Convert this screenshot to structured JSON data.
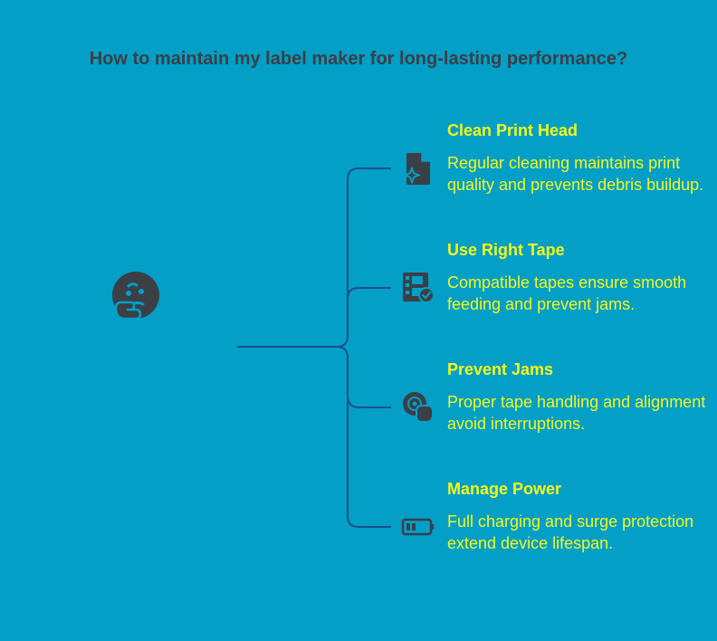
{
  "title": "How to maintain my label maker for long-lasting performance?",
  "center": {
    "icon": "thinking-face-icon"
  },
  "items": [
    {
      "title": "Clean Print Head",
      "description": "Regular cleaning maintains print quality and prevents debris buildup.",
      "icon": "sparkle-document-icon"
    },
    {
      "title": "Use Right Tape",
      "description": "Compatible tapes ensure smooth feeding and prevent jams.",
      "icon": "film-check-icon"
    },
    {
      "title": "Prevent Jams",
      "description": "Proper tape handling and alignment avoid interruptions.",
      "icon": "hand-stop-icon"
    },
    {
      "title": "Manage Power",
      "description": "Full charging and surge protection extend device lifespan.",
      "icon": "battery-low-icon"
    }
  ],
  "colors": {
    "background": "#039fc7",
    "title": "#3b3f46",
    "accent_text": "#f4f71a",
    "connector": "#1e4f8c",
    "icon": "#3b3f46"
  }
}
